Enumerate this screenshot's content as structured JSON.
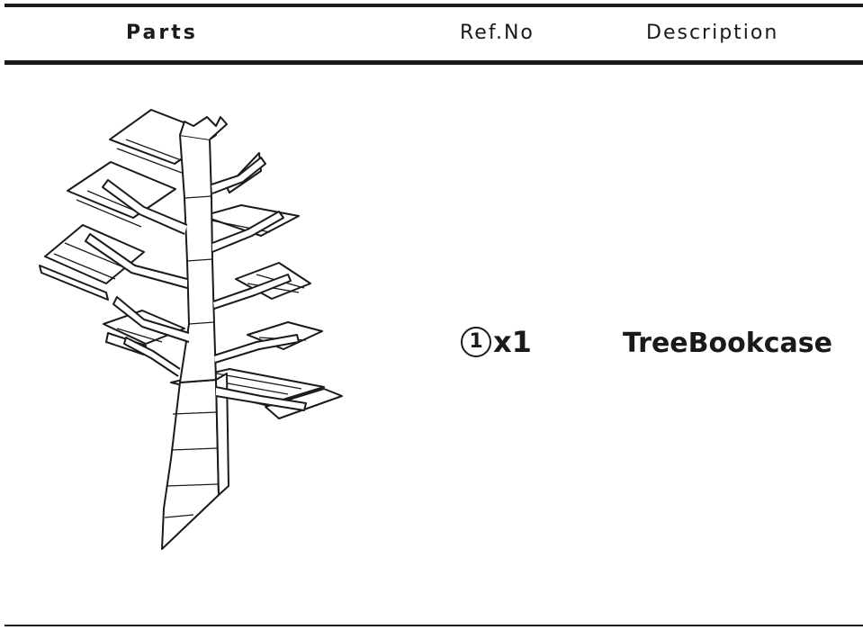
{
  "table": {
    "headers": {
      "parts": "Parts",
      "ref_no": "Ref.No",
      "description": "Description"
    },
    "rows": [
      {
        "illustration_icon": "tree-bookcase-drawing",
        "ref_number": "1",
        "quantity": "x1",
        "description": "TreeBookcase"
      }
    ]
  }
}
